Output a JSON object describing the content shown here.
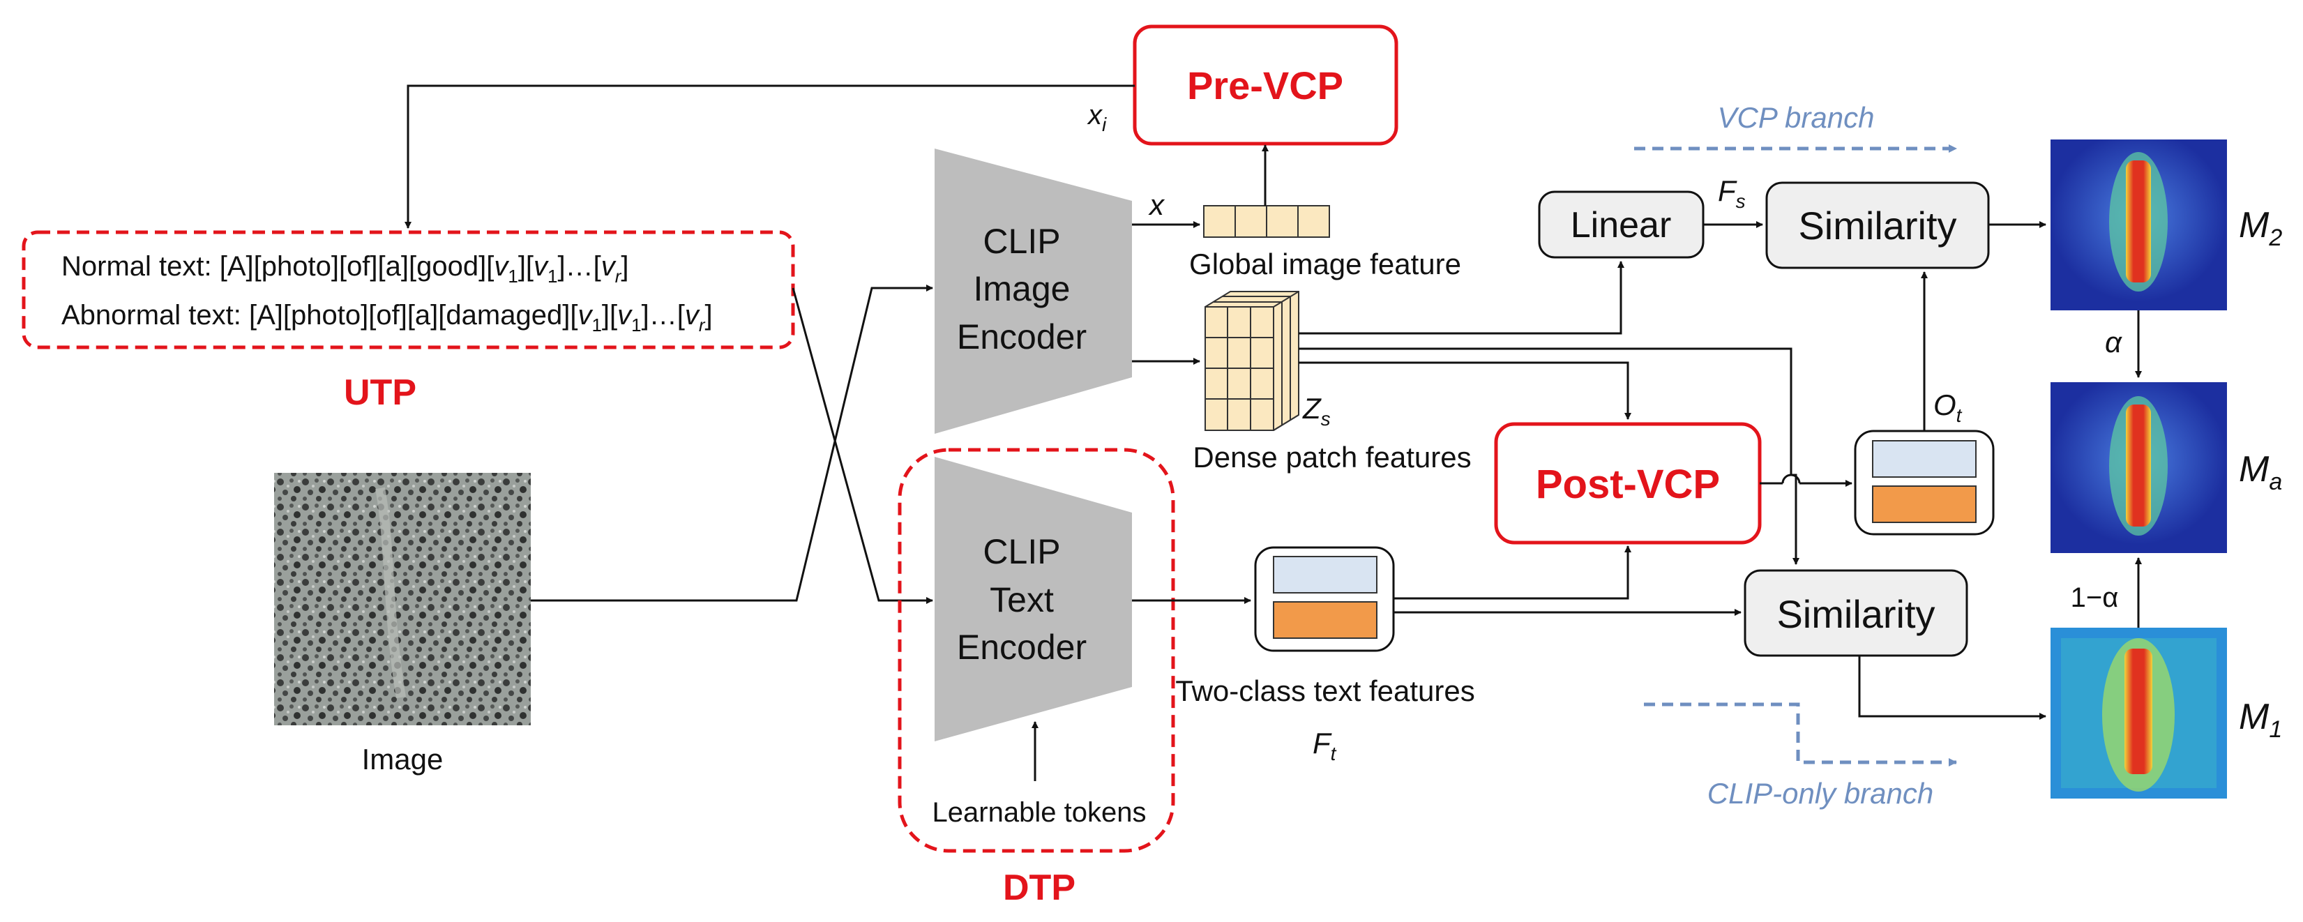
{
  "modules": {
    "pre_vcp": "Pre-VCP",
    "post_vcp": "Post-VCP",
    "linear": "Linear",
    "similarity": "Similarity",
    "image_encoder": [
      "CLIP",
      "Image",
      "Encoder"
    ],
    "text_encoder": [
      "CLIP",
      "Text",
      "Encoder"
    ]
  },
  "prompts": {
    "normal_prefix": "Normal text: [A][photo][of][a][good][",
    "abnormal_prefix": "Abnormal text: [A][photo][of][a][damaged][",
    "v": "v",
    "sub_1": "1",
    "sub_r": "r",
    "mid": "][",
    "ellipsis": "]…[",
    "close": "]"
  },
  "groups": {
    "utp": "UTP",
    "dtp": "DTP"
  },
  "labels": {
    "image": "Image",
    "global_feature": "Global image feature",
    "dense_features": "Dense patch features",
    "text_features": "Two-class text features",
    "learnable_tokens": "Learnable tokens",
    "vcp_branch": "VCP branch",
    "clip_branch": "CLIP-only branch"
  },
  "symbols": {
    "x": "x",
    "x_i": "x",
    "x_i_sub": "i",
    "z": "Z",
    "z_sub": "s",
    "f": "F",
    "f_s_sub": "s",
    "f_t_sub": "t",
    "o": "O",
    "o_sub": "t",
    "m": "M",
    "m2_sub": "2",
    "ma_sub": "a",
    "m1_sub": "1",
    "alpha": "α",
    "one_minus_alpha": "1−α"
  },
  "colors": {
    "accent_red": "#e3141b",
    "branch_blue": "#6f8fc0",
    "encoder_gray": "#bdbdbd",
    "feature_light": "#d9e4f2",
    "feature_orange": "#f29a4a",
    "global_cell": "#fbe8c0"
  }
}
